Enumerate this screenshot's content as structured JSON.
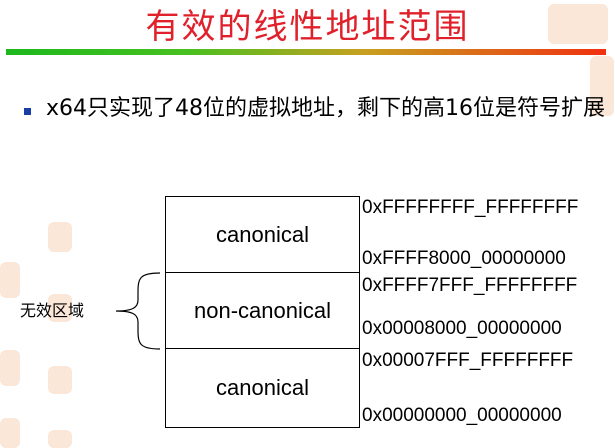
{
  "slide": {
    "title": "有效的线性地址范围",
    "bullet": "x64只实现了48位的虚拟地址，剩下的高16位是符号扩展"
  },
  "diagram": {
    "regions": [
      {
        "label": "canonical"
      },
      {
        "label": "non-canonical"
      },
      {
        "label": "canonical"
      }
    ],
    "addresses": [
      "0xFFFFFFFF_FFFFFFFF",
      "0xFFFF8000_00000000",
      "0xFFFF7FFF_FFFFFFFF",
      "0x00008000_00000000",
      "0x00007FFF_FFFFFFFF",
      "0x00000000_00000000"
    ],
    "invalid_label": "无效区域"
  },
  "colors": {
    "title": "#e0202a",
    "rule_start": "#1db81d",
    "rule_end": "#f03010",
    "bullet": "#1a3ea8",
    "decor": "#f6d4b8"
  },
  "icons": {
    "bullet": "square-bullet-icon",
    "decor": "seal-stamp-icon"
  }
}
